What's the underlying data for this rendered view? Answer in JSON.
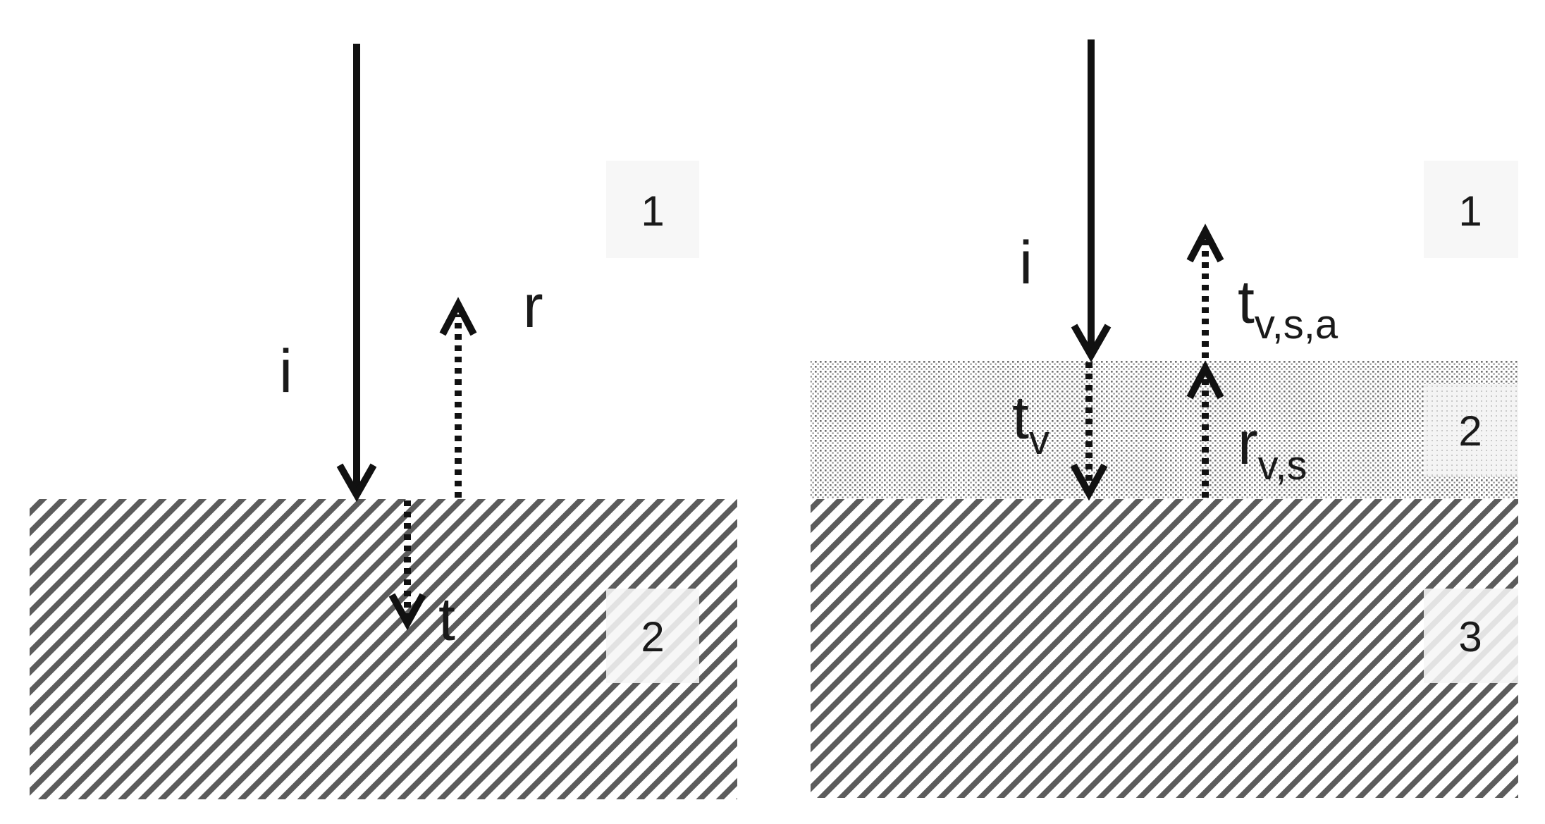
{
  "left_diagram": {
    "incident_label": "i",
    "reflected_label": "r",
    "transmitted_label": "t",
    "region_top_label": "1",
    "region_bottom_label": "2"
  },
  "right_diagram": {
    "incident_label": "i",
    "transmitted_main": "t",
    "transmitted_sub": "v",
    "reflected_main": "r",
    "reflected_sub": "v,s",
    "exit_main": "t",
    "exit_sub": "v,s,a",
    "region_top_label": "1",
    "region_middle_label": "2",
    "region_bottom_label": "3"
  },
  "colors": {
    "ink": "#111111",
    "hatch_fill": "#5c5c5c",
    "stipple": "#6f6f6f",
    "label_box": "#f7f7f7"
  }
}
